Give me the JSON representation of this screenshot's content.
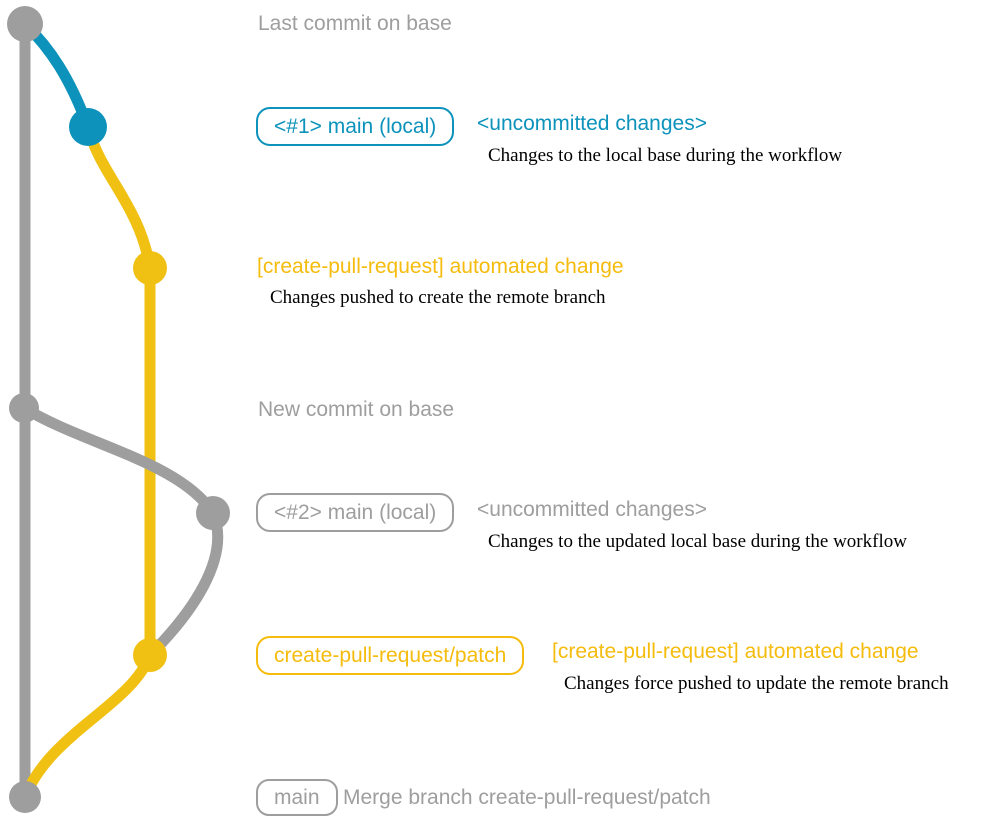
{
  "colors": {
    "gray": "#9E9E9E",
    "blue": "#0D93BB",
    "yellow": "#F0C113",
    "yellow_label": "#F5BC0D",
    "description_text": "#000000",
    "background": "#FFFFFF"
  },
  "graph": {
    "type": "git-branch-diagram",
    "node_colors_top_to_bottom": [
      "gray",
      "blue",
      "yellow",
      "gray",
      "gray",
      "yellow",
      "gray"
    ],
    "line_colors": {
      "base_branch": "gray",
      "local_main_first": "blue",
      "create_pull_request_patch": "yellow",
      "local_main_second": "gray"
    }
  },
  "annotations": {
    "section1_caption": "Last commit on base",
    "row1": {
      "badge": "<#1> main (local)",
      "title": "<uncommitted changes>",
      "description": "Changes to the local base during the workflow"
    },
    "row2": {
      "title": "[create-pull-request] automated change",
      "description": "Changes pushed to create the remote branch"
    },
    "section2_caption": "New commit on base",
    "row3": {
      "badge": "<#2> main (local)",
      "title": "<uncommitted changes>",
      "description": "Changes to the updated local base during the workflow"
    },
    "row4": {
      "badge": "create-pull-request/patch",
      "title": "[create-pull-request] automated change",
      "description": "Changes force pushed to update the remote branch"
    },
    "row5": {
      "badge": "main",
      "title": "Merge branch create-pull-request/patch"
    }
  }
}
